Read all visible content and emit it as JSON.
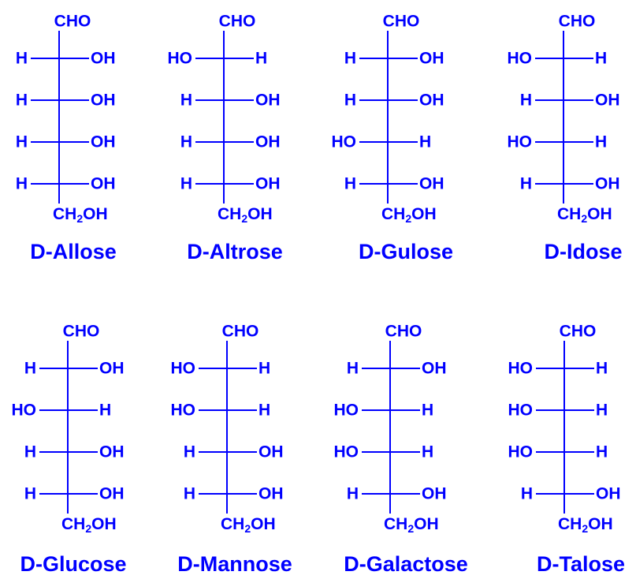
{
  "color": "#0000ff",
  "rows": [
    {
      "molecules": [
        {
          "name": "D-Allose",
          "top": "CHO",
          "bottom": {
            "main": "CH",
            "sub": "2",
            "tail": "OH"
          },
          "stereocenters": [
            {
              "left": "H",
              "right": "OH"
            },
            {
              "left": "H",
              "right": "OH"
            },
            {
              "left": "H",
              "right": "OH"
            },
            {
              "left": "H",
              "right": "OH"
            }
          ]
        },
        {
          "name": "D-Altrose",
          "top": "CHO",
          "bottom": {
            "main": "CH",
            "sub": "2",
            "tail": "OH"
          },
          "stereocenters": [
            {
              "left": "HO",
              "right": "H"
            },
            {
              "left": "H",
              "right": "OH"
            },
            {
              "left": "H",
              "right": "OH"
            },
            {
              "left": "H",
              "right": "OH"
            }
          ]
        },
        {
          "name": "D-Gulose",
          "top": "CHO",
          "bottom": {
            "main": "CH",
            "sub": "2",
            "tail": "OH"
          },
          "stereocenters": [
            {
              "left": "H",
              "right": "OH"
            },
            {
              "left": "H",
              "right": "OH"
            },
            {
              "left": "HO",
              "right": "H"
            },
            {
              "left": "H",
              "right": "OH"
            }
          ]
        },
        {
          "name": "D-Idose",
          "top": "CHO",
          "bottom": {
            "main": "CH",
            "sub": "2",
            "tail": "OH"
          },
          "stereocenters": [
            {
              "left": "HO",
              "right": "H"
            },
            {
              "left": "H",
              "right": "OH"
            },
            {
              "left": "HO",
              "right": "H"
            },
            {
              "left": "H",
              "right": "OH"
            }
          ]
        }
      ]
    },
    {
      "molecules": [
        {
          "name": "D-Glucose",
          "top": "CHO",
          "bottom": {
            "main": "CH",
            "sub": "2",
            "tail": "OH"
          },
          "stereocenters": [
            {
              "left": "H",
              "right": "OH"
            },
            {
              "left": "HO",
              "right": "H"
            },
            {
              "left": "H",
              "right": "OH"
            },
            {
              "left": "H",
              "right": "OH"
            }
          ]
        },
        {
          "name": "D-Mannose",
          "top": "CHO",
          "bottom": {
            "main": "CH",
            "sub": "2",
            "tail": "OH"
          },
          "stereocenters": [
            {
              "left": "HO",
              "right": "H"
            },
            {
              "left": "HO",
              "right": "H"
            },
            {
              "left": "H",
              "right": "OH"
            },
            {
              "left": "H",
              "right": "OH"
            }
          ]
        },
        {
          "name": "D-Galactose",
          "top": "CHO",
          "bottom": {
            "main": "CH",
            "sub": "2",
            "tail": "OH"
          },
          "stereocenters": [
            {
              "left": "H",
              "right": "OH"
            },
            {
              "left": "HO",
              "right": "H"
            },
            {
              "left": "HO",
              "right": "H"
            },
            {
              "left": "H",
              "right": "OH"
            }
          ]
        },
        {
          "name": "D-Talose",
          "top": "CHO",
          "bottom": {
            "main": "CH",
            "sub": "2",
            "tail": "OH"
          },
          "stereocenters": [
            {
              "left": "HO",
              "right": "H"
            },
            {
              "left": "HO",
              "right": "H"
            },
            {
              "left": "HO",
              "right": "H"
            },
            {
              "left": "H",
              "right": "OH"
            }
          ]
        }
      ]
    }
  ]
}
